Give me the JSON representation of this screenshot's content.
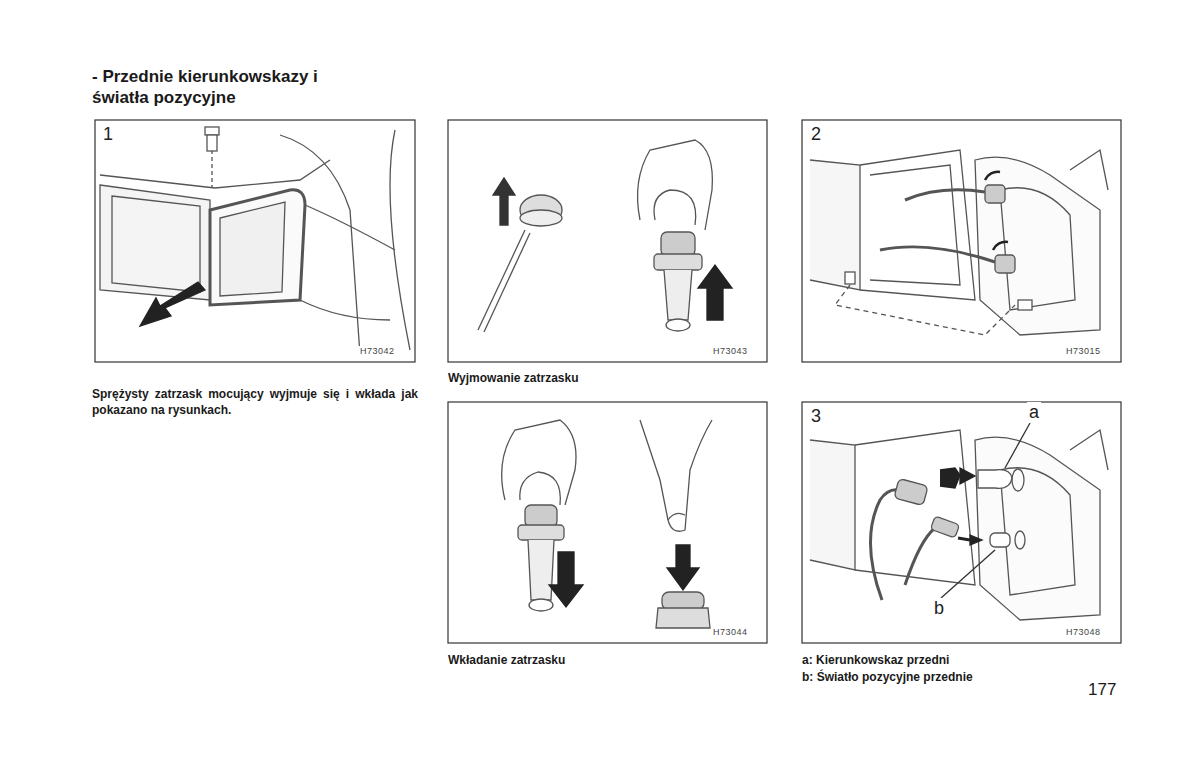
{
  "diagram": {
    "title": "- Przednie kierunkowskazy i światła pozycyjne",
    "labels": [
      "1",
      "H73042",
      "Sprężysty zatrzask mocujący wyjmuje się i wkłada jak pokazano na rysunkach.",
      "H73043",
      "Wyjmowanie zatrzasku",
      "2",
      "H73015",
      "H73044",
      "Wkładanie zatrzasku",
      "3",
      "a",
      "b",
      "H73048",
      "a: Kierunkowskaz przedni",
      "b: Światło pozycyjne przednie",
      "177"
    ]
  }
}
